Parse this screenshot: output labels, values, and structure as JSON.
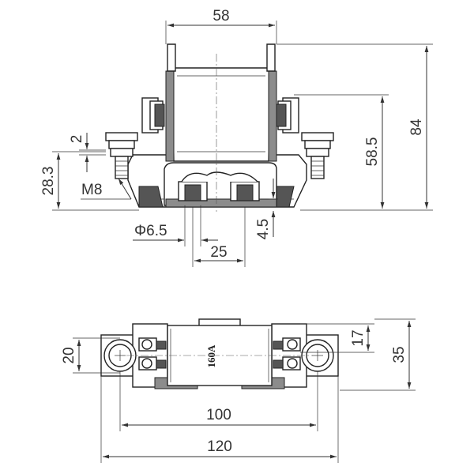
{
  "front_view": {
    "dimensions": {
      "top_width": "58",
      "height_total": "84",
      "height_body": "58.5",
      "height_base": "28.3",
      "nut_offset": "2",
      "thread": "M8",
      "hole_diameter": "Φ6.5",
      "foot_height": "4.5",
      "hole_pitch": "25"
    }
  },
  "top_view": {
    "fuse_rating": "160A",
    "dimensions": {
      "mount_width": "20",
      "inner_width": "17",
      "outer_width": "35",
      "bolt_pitch": "100",
      "total_length": "120"
    }
  },
  "colors": {
    "line": "#333333",
    "shade": "#8c8c8c",
    "background": "#ffffff"
  }
}
